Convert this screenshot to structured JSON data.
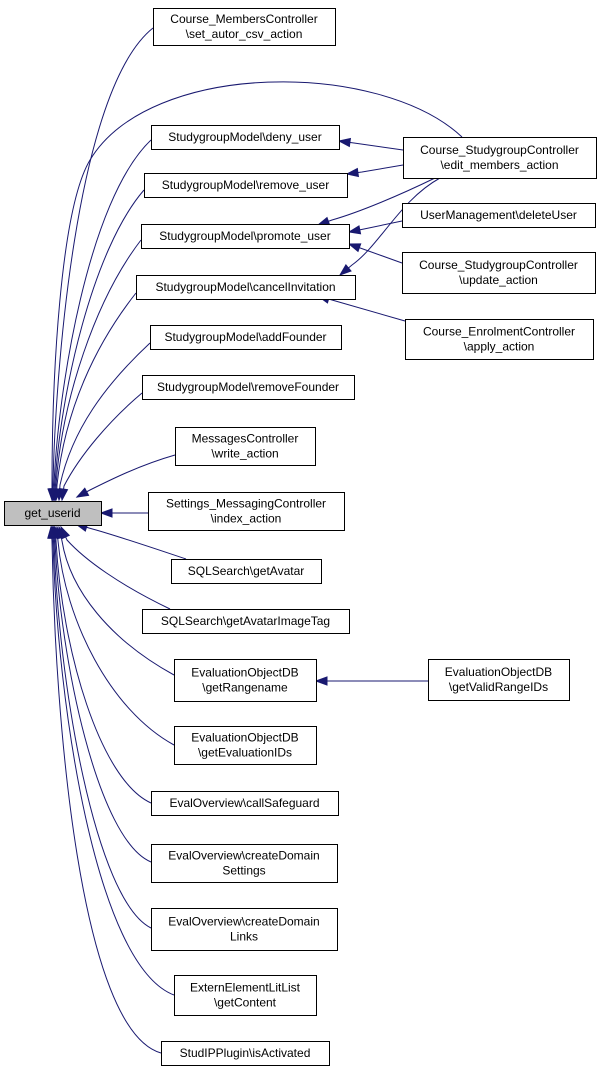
{
  "diagram": {
    "kind": "call-graph",
    "colors": {
      "edge": "#191970",
      "root_fill": "#bfbfbf",
      "node_fill": "#ffffff",
      "node_border": "#000000"
    },
    "root": "get_userid",
    "nodes": [
      {
        "id": "get_userid",
        "lines": [
          "get_userid"
        ]
      },
      {
        "id": "members_csv",
        "lines": [
          "Course_MembersController",
          "\\set_autor_csv_action"
        ]
      },
      {
        "id": "deny_user",
        "lines": [
          "StudygroupModel\\deny_user"
        ]
      },
      {
        "id": "remove_user",
        "lines": [
          "StudygroupModel\\remove_user"
        ]
      },
      {
        "id": "promote_user",
        "lines": [
          "StudygroupModel\\promote_user"
        ]
      },
      {
        "id": "cancel_invitation",
        "lines": [
          "StudygroupModel\\cancelInvitation"
        ]
      },
      {
        "id": "add_founder",
        "lines": [
          "StudygroupModel\\addFounder"
        ]
      },
      {
        "id": "remove_founder",
        "lines": [
          "StudygroupModel\\removeFounder"
        ]
      },
      {
        "id": "messages_write",
        "lines": [
          "MessagesController",
          "\\write_action"
        ]
      },
      {
        "id": "settings_messaging",
        "lines": [
          "Settings_MessagingController",
          "\\index_action"
        ]
      },
      {
        "id": "sql_avatar",
        "lines": [
          "SQLSearch\\getAvatar"
        ]
      },
      {
        "id": "sql_avatar_tag",
        "lines": [
          "SQLSearch\\getAvatarImageTag"
        ]
      },
      {
        "id": "eval_rangename",
        "lines": [
          "EvaluationObjectDB",
          "\\getRangename"
        ]
      },
      {
        "id": "eval_ids",
        "lines": [
          "EvaluationObjectDB",
          "\\getEvaluationIDs"
        ]
      },
      {
        "id": "eval_safeguard",
        "lines": [
          "EvalOverview\\callSafeguard"
        ]
      },
      {
        "id": "eval_domain_settings",
        "lines": [
          "EvalOverview\\createDomain",
          "Settings"
        ]
      },
      {
        "id": "eval_domain_links",
        "lines": [
          "EvalOverview\\createDomain",
          "Links"
        ]
      },
      {
        "id": "extern_content",
        "lines": [
          "ExternElementLitList",
          "\\getContent"
        ]
      },
      {
        "id": "studip_activated",
        "lines": [
          "StudIPPlugin\\isActivated"
        ]
      },
      {
        "id": "sg_edit_members",
        "lines": [
          "Course_StudygroupController",
          "\\edit_members_action"
        ]
      },
      {
        "id": "usermgmt_delete",
        "lines": [
          "UserManagement\\deleteUser"
        ]
      },
      {
        "id": "sg_update",
        "lines": [
          "Course_StudygroupController",
          "\\update_action"
        ]
      },
      {
        "id": "enrolment_apply",
        "lines": [
          "Course_EnrolmentController",
          "\\apply_action"
        ]
      },
      {
        "id": "eval_valid_range",
        "lines": [
          "EvaluationObjectDB",
          "\\getValidRangeIDs"
        ]
      }
    ],
    "edges": [
      {
        "from": "members_csv",
        "to": "get_userid"
      },
      {
        "from": "deny_user",
        "to": "get_userid"
      },
      {
        "from": "remove_user",
        "to": "get_userid"
      },
      {
        "from": "promote_user",
        "to": "get_userid"
      },
      {
        "from": "cancel_invitation",
        "to": "get_userid"
      },
      {
        "from": "add_founder",
        "to": "get_userid"
      },
      {
        "from": "remove_founder",
        "to": "get_userid"
      },
      {
        "from": "messages_write",
        "to": "get_userid"
      },
      {
        "from": "settings_messaging",
        "to": "get_userid"
      },
      {
        "from": "sql_avatar",
        "to": "get_userid"
      },
      {
        "from": "sql_avatar_tag",
        "to": "get_userid"
      },
      {
        "from": "eval_rangename",
        "to": "get_userid"
      },
      {
        "from": "eval_ids",
        "to": "get_userid"
      },
      {
        "from": "eval_safeguard",
        "to": "get_userid"
      },
      {
        "from": "eval_domain_settings",
        "to": "get_userid"
      },
      {
        "from": "eval_domain_links",
        "to": "get_userid"
      },
      {
        "from": "extern_content",
        "to": "get_userid"
      },
      {
        "from": "studip_activated",
        "to": "get_userid"
      },
      {
        "from": "sg_edit_members",
        "to": "get_userid"
      },
      {
        "from": "sg_edit_members",
        "to": "deny_user"
      },
      {
        "from": "sg_edit_members",
        "to": "remove_user"
      },
      {
        "from": "sg_edit_members",
        "to": "promote_user"
      },
      {
        "from": "sg_edit_members",
        "to": "cancel_invitation"
      },
      {
        "from": "usermgmt_delete",
        "to": "promote_user"
      },
      {
        "from": "sg_update",
        "to": "promote_user"
      },
      {
        "from": "enrolment_apply",
        "to": "cancel_invitation"
      },
      {
        "from": "eval_valid_range",
        "to": "eval_rangename"
      }
    ]
  }
}
